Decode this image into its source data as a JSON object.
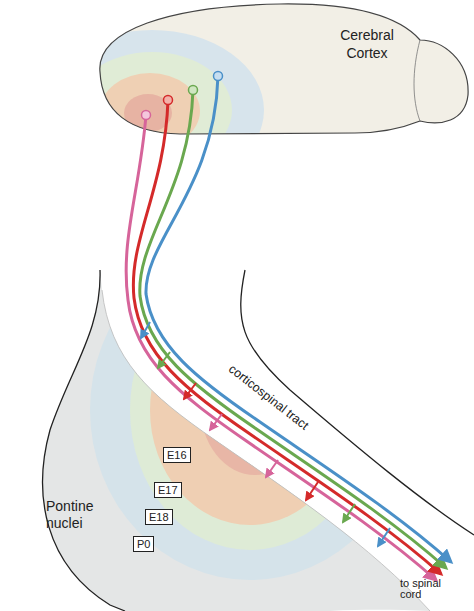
{
  "diagram": {
    "nodes": [
      {
        "text": [
          "Cerebral Cortex"
        ]
      },
      {
        "text": [
          "corticospinal tract"
        ]
      },
      {
        "text": [
          "Pontine nuclei"
        ]
      },
      {
        "text": [
          "E16"
        ],
        "in": 2
      },
      {
        "text": [
          "E17"
        ],
        "in": 2
      },
      {
        "text": [
          "E18"
        ],
        "in": 2
      },
      {
        "text": [
          "P0"
        ],
        "in": 2
      }
    ],
    "labels": [
      "to spinal cord"
    ]
  }
}
